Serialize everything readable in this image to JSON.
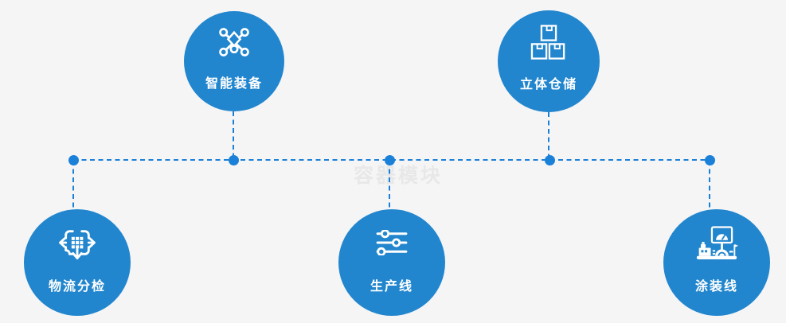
{
  "watermark": {
    "text": "容器模块"
  },
  "colors": {
    "background": "#f5f5f6",
    "circle_fill": "#2286ce",
    "connector": "#1b80d8",
    "watermark": "#e8e8e9",
    "label_text": "#ffffff"
  },
  "nodes": [
    {
      "id": "smart-equipment",
      "label": "智能装备",
      "icon": "network-nodes-icon",
      "row": "top"
    },
    {
      "id": "warehouse",
      "label": "立体仓储",
      "icon": "stacked-boxes-icon",
      "row": "top"
    },
    {
      "id": "logistics",
      "label": "物流分检",
      "icon": "sorting-arrows-icon",
      "row": "bottom"
    },
    {
      "id": "production-line",
      "label": "生产线",
      "icon": "sliders-icon",
      "row": "bottom"
    },
    {
      "id": "painting-line",
      "label": "涂装线",
      "icon": "machine-gauge-icon",
      "row": "bottom"
    }
  ]
}
